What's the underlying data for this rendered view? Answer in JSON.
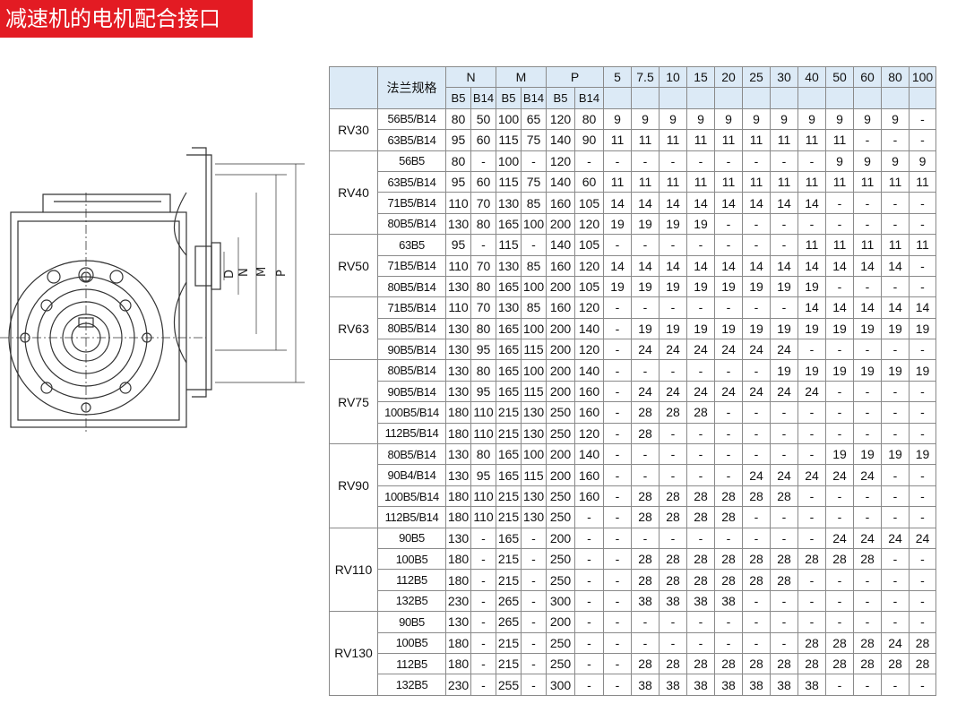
{
  "page_title": "减速机的电机配合接口",
  "drawing_labels": [
    "D",
    "N",
    "M",
    "P"
  ],
  "table": {
    "flange_header": "法兰规格",
    "group_headers": [
      "N",
      "M",
      "P"
    ],
    "sub_headers": [
      "B5",
      "B14",
      "B5",
      "B14",
      "B5",
      "B14"
    ],
    "ratios": [
      "5",
      "7.5",
      "10",
      "15",
      "20",
      "25",
      "30",
      "40",
      "50",
      "60",
      "80",
      "100"
    ],
    "models": [
      {
        "name": "RV30",
        "rows": [
          [
            "56B5/B14",
            "80",
            "50",
            "100",
            "65",
            "120",
            "80",
            "9",
            "9",
            "9",
            "9",
            "9",
            "9",
            "9",
            "9",
            "9",
            "9",
            "9",
            "-"
          ],
          [
            "63B5/B14",
            "95",
            "60",
            "115",
            "75",
            "140",
            "90",
            "11",
            "11",
            "11",
            "11",
            "11",
            "11",
            "11",
            "11",
            "11",
            "-",
            "-",
            "-"
          ]
        ]
      },
      {
        "name": "RV40",
        "rows": [
          [
            "56B5",
            "80",
            "-",
            "100",
            "-",
            "120",
            "-",
            "-",
            "-",
            "-",
            "-",
            "-",
            "-",
            "-",
            "-",
            "9",
            "9",
            "9",
            "9"
          ],
          [
            "63B5/B14",
            "95",
            "60",
            "115",
            "75",
            "140",
            "60",
            "11",
            "11",
            "11",
            "11",
            "11",
            "11",
            "11",
            "11",
            "11",
            "11",
            "11",
            "11"
          ],
          [
            "71B5/B14",
            "110",
            "70",
            "130",
            "85",
            "160",
            "105",
            "14",
            "14",
            "14",
            "14",
            "14",
            "14",
            "14",
            "14",
            "-",
            "-",
            "-",
            "-"
          ],
          [
            "80B5/B14",
            "130",
            "80",
            "165",
            "100",
            "200",
            "120",
            "19",
            "19",
            "19",
            "19",
            "-",
            "-",
            "-",
            "-",
            "-",
            "-",
            "-",
            "-"
          ]
        ]
      },
      {
        "name": "RV50",
        "rows": [
          [
            "63B5",
            "95",
            "-",
            "115",
            "-",
            "140",
            "105",
            "-",
            "-",
            "-",
            "-",
            "-",
            "-",
            "-",
            "11",
            "11",
            "11",
            "11",
            "11"
          ],
          [
            "71B5/B14",
            "110",
            "70",
            "130",
            "85",
            "160",
            "120",
            "14",
            "14",
            "14",
            "14",
            "14",
            "14",
            "14",
            "14",
            "14",
            "14",
            "14",
            "-"
          ],
          [
            "80B5/B14",
            "130",
            "80",
            "165",
            "100",
            "200",
            "105",
            "19",
            "19",
            "19",
            "19",
            "19",
            "19",
            "19",
            "19",
            "-",
            "-",
            "-",
            "-"
          ]
        ]
      },
      {
        "name": "RV63",
        "rows": [
          [
            "71B5/B14",
            "110",
            "70",
            "130",
            "85",
            "160",
            "120",
            "-",
            "-",
            "-",
            "-",
            "-",
            "-",
            "-",
            "14",
            "14",
            "14",
            "14",
            "14"
          ],
          [
            "80B5/B14",
            "130",
            "80",
            "165",
            "100",
            "200",
            "140",
            "-",
            "19",
            "19",
            "19",
            "19",
            "19",
            "19",
            "19",
            "19",
            "19",
            "19",
            "19"
          ],
          [
            "90B5/B14",
            "130",
            "95",
            "165",
            "115",
            "200",
            "120",
            "-",
            "24",
            "24",
            "24",
            "24",
            "24",
            "24",
            "-",
            "-",
            "-",
            "-",
            "-"
          ]
        ]
      },
      {
        "name": "RV75",
        "rows": [
          [
            "80B5/B14",
            "130",
            "80",
            "165",
            "100",
            "200",
            "140",
            "-",
            "-",
            "-",
            "-",
            "-",
            "-",
            "19",
            "19",
            "19",
            "19",
            "19",
            "19"
          ],
          [
            "90B5/B14",
            "130",
            "95",
            "165",
            "115",
            "200",
            "160",
            "-",
            "24",
            "24",
            "24",
            "24",
            "24",
            "24",
            "24",
            "-",
            "-",
            "-",
            "-"
          ],
          [
            "100B5/B14",
            "180",
            "110",
            "215",
            "130",
            "250",
            "160",
            "-",
            "28",
            "28",
            "28",
            "-",
            "-",
            "-",
            "-",
            "-",
            "-",
            "-",
            "-"
          ],
          [
            "112B5/B14",
            "180",
            "110",
            "215",
            "130",
            "250",
            "120",
            "-",
            "28",
            "-",
            "-",
            "-",
            "-",
            "-",
            "-",
            "-",
            "-",
            "-",
            "-"
          ]
        ]
      },
      {
        "name": "RV90",
        "rows": [
          [
            "80B5/B14",
            "130",
            "80",
            "165",
            "100",
            "200",
            "140",
            "-",
            "-",
            "-",
            "-",
            "-",
            "-",
            "-",
            "-",
            "19",
            "19",
            "19",
            "19"
          ],
          [
            "90B4/B14",
            "130",
            "95",
            "165",
            "115",
            "200",
            "160",
            "-",
            "-",
            "-",
            "-",
            "-",
            "24",
            "24",
            "24",
            "24",
            "24",
            "-",
            "-"
          ],
          [
            "100B5/B14",
            "180",
            "110",
            "215",
            "130",
            "250",
            "160",
            "-",
            "28",
            "28",
            "28",
            "28",
            "28",
            "28",
            "-",
            "-",
            "-",
            "-",
            "-"
          ],
          [
            "112B5/B14",
            "180",
            "110",
            "215",
            "130",
            "250",
            "-",
            "-",
            "28",
            "28",
            "28",
            "28",
            "-",
            "-",
            "-",
            "-",
            "-",
            "-",
            "-"
          ]
        ]
      },
      {
        "name": "RV110",
        "rows": [
          [
            "90B5",
            "130",
            "-",
            "165",
            "-",
            "200",
            "-",
            "-",
            "-",
            "-",
            "-",
            "-",
            "-",
            "-",
            "-",
            "24",
            "24",
            "24",
            "24"
          ],
          [
            "100B5",
            "180",
            "-",
            "215",
            "-",
            "250",
            "-",
            "-",
            "28",
            "28",
            "28",
            "28",
            "28",
            "28",
            "28",
            "28",
            "28",
            "-",
            "-"
          ],
          [
            "112B5",
            "180",
            "-",
            "215",
            "-",
            "250",
            "-",
            "-",
            "28",
            "28",
            "28",
            "28",
            "28",
            "28",
            "-",
            "-",
            "-",
            "-",
            "-"
          ],
          [
            "132B5",
            "230",
            "-",
            "265",
            "-",
            "300",
            "-",
            "-",
            "38",
            "38",
            "38",
            "38",
            "-",
            "-",
            "-",
            "-",
            "-",
            "-",
            "-"
          ]
        ]
      },
      {
        "name": "RV130",
        "rows": [
          [
            "90B5",
            "130",
            "-",
            "265",
            "-",
            "200",
            "-",
            "-",
            "-",
            "-",
            "-",
            "-",
            "-",
            "-",
            "-",
            "-",
            "-",
            "-",
            "-"
          ],
          [
            "100B5",
            "180",
            "-",
            "215",
            "-",
            "250",
            "-",
            "-",
            "-",
            "-",
            "-",
            "-",
            "-",
            "-",
            "28",
            "28",
            "28",
            "24",
            "28"
          ],
          [
            "112B5",
            "180",
            "-",
            "215",
            "-",
            "250",
            "-",
            "-",
            "28",
            "28",
            "28",
            "28",
            "28",
            "28",
            "28",
            "28",
            "28",
            "28",
            "28"
          ],
          [
            "132B5",
            "230",
            "-",
            "255",
            "-",
            "300",
            "-",
            "-",
            "38",
            "38",
            "38",
            "38",
            "38",
            "38",
            "38",
            "-",
            "-",
            "-",
            "-"
          ]
        ]
      }
    ]
  }
}
